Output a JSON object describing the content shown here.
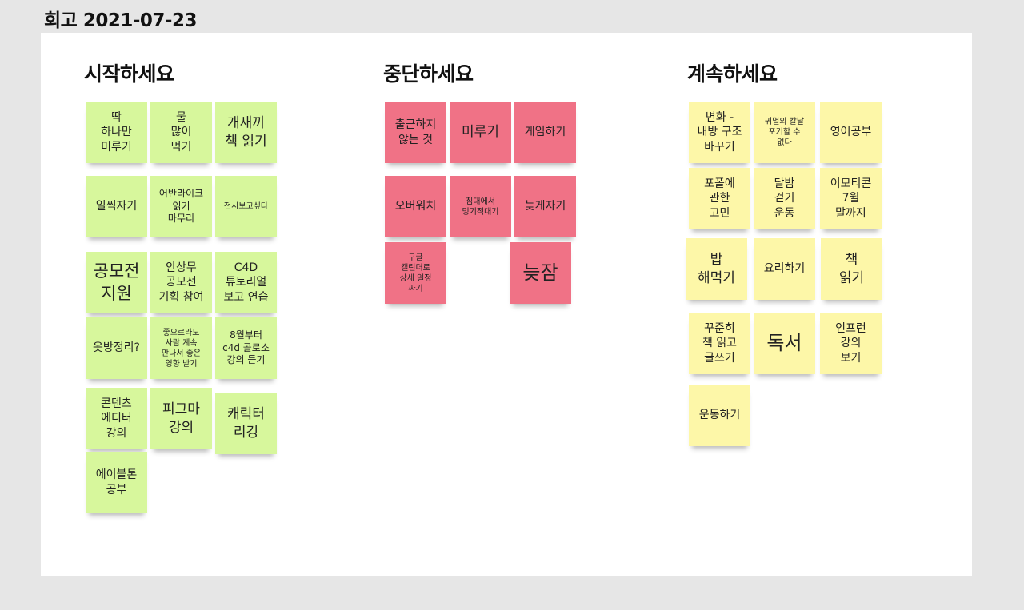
{
  "board": {
    "title": "회고 2021-07-23"
  },
  "columns": {
    "start": {
      "heading": "시작하세요"
    },
    "stop": {
      "heading": "중단하세요"
    },
    "continue": {
      "heading": "계속하세요"
    }
  },
  "colors": {
    "green": "#d7f79c",
    "red": "#f07286",
    "yellow": "#fdf7a8",
    "canvas": "#ffffff",
    "background": "#e6e6e6"
  },
  "notes": {
    "start": [
      "딱\n하나만\n미루기",
      "물\n많이\n먹기",
      "개새끼\n책 읽기",
      "일찍자기",
      "어반라이크\n읽기\n마무리",
      "전시보고싶다",
      "공모전\n지원",
      "안상무\n공모전\n기획 참여",
      "C4D\n튜토리얼\n보고 연습",
      "옷방정리?",
      "좋으르라도\n사람 계속\n만나서 좋은\n영향 받기",
      "8월부터\nc4d 콜로소\n강의 듣기",
      "콘텐츠\n에디터\n강의",
      "피그마\n강의",
      "캐릭터\n리깅",
      "에이블톤\n공부"
    ],
    "stop": [
      "출근하지\n않는 것",
      "미루기",
      "게임하기",
      "오버워치",
      "침대에서\n밍기적대기",
      "늦게자기",
      "구글\n캘린더로\n상세 일정\n짜기",
      "늦잠"
    ],
    "continue": [
      "변화 -\n내방 구조\n바꾸기",
      "귀멸의 칼날\n포기할 수\n없다",
      "영어공부",
      "포폴에\n관한\n고민",
      "달밤\n걷기\n운동",
      "이모티콘\n7월\n말까지",
      "밥\n해먹기",
      "요리하기",
      "책\n읽기",
      "꾸준히\n책 읽고\n글쓰기",
      "독서",
      "인프런\n강의\n보기",
      "운동하기"
    ]
  }
}
